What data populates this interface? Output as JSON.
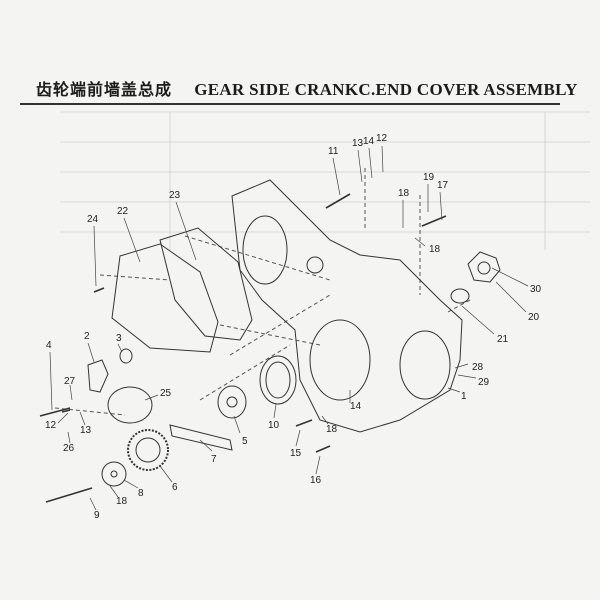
{
  "title": {
    "chinese": "齿轮端前墙盖总成",
    "english": "GEAR SIDE CRANKC.END COVER ASSEMBLY"
  },
  "part_numbers": [
    "11",
    "13",
    "14",
    "12",
    "18",
    "19",
    "17",
    "18",
    "23",
    "22",
    "24",
    "30",
    "20",
    "21",
    "2",
    "3",
    "4",
    "27",
    "25",
    "12",
    "13",
    "26",
    "5",
    "10",
    "14",
    "28",
    "29",
    "1",
    "7",
    "15",
    "18",
    "16",
    "6",
    "8",
    "18",
    "9"
  ]
}
